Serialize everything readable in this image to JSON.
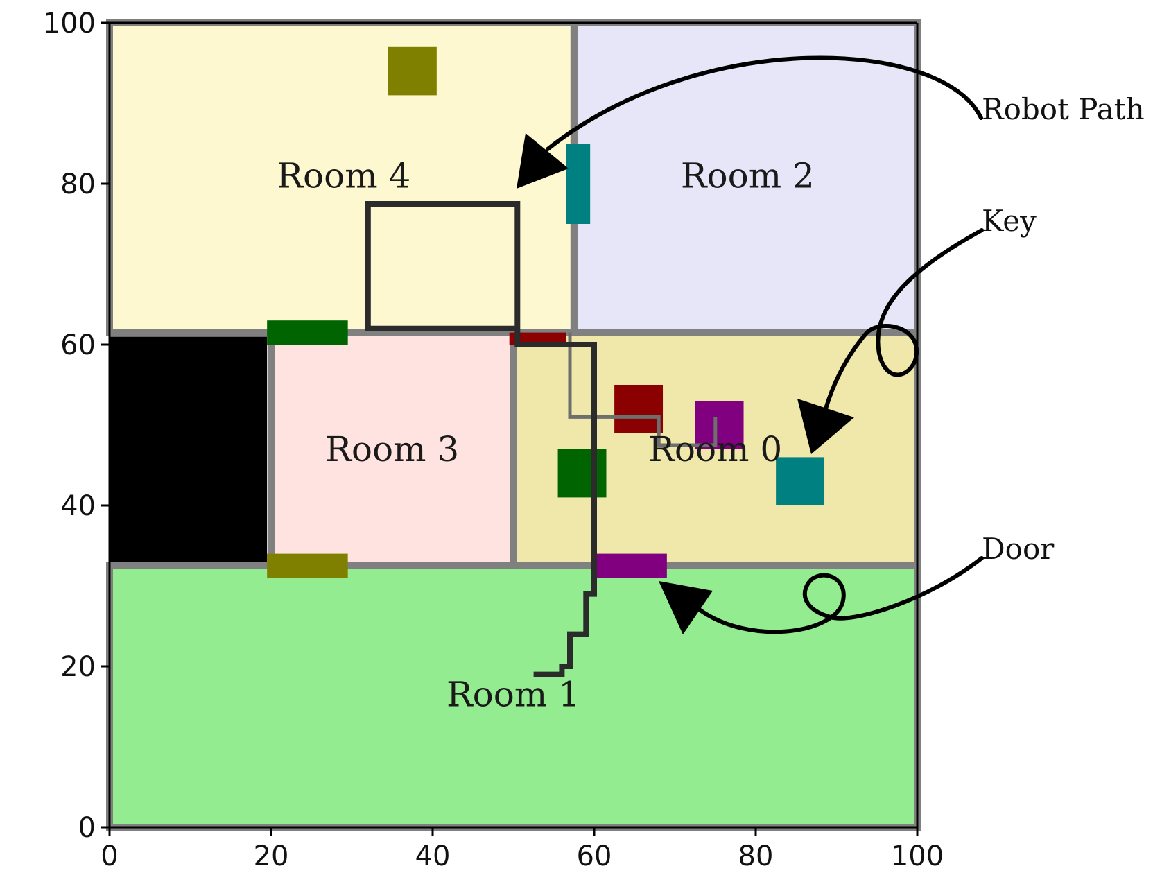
{
  "map": {
    "xlim": [
      0,
      100
    ],
    "ylim": [
      0,
      100
    ],
    "xticks": [
      0,
      20,
      40,
      60,
      80,
      100
    ],
    "yticks": [
      0,
      20,
      40,
      60,
      80,
      100
    ],
    "wall_color": "#808080",
    "rooms": [
      {
        "id": "room-4",
        "label": "Room 4",
        "color": "#fdf8cf",
        "x": [
          0,
          57.5
        ],
        "y": [
          61.5,
          100
        ],
        "label_at": [
          29,
          81
        ]
      },
      {
        "id": "room-2",
        "label": "Room 2",
        "color": "#e6e6f8",
        "x": [
          57.5,
          100
        ],
        "y": [
          61.5,
          100
        ],
        "label_at": [
          79,
          81
        ]
      },
      {
        "id": "room-3",
        "label": "Room 3",
        "color": "#ffe3e0",
        "x": [
          20,
          50
        ],
        "y": [
          32.5,
          61.5
        ],
        "label_at": [
          35,
          47
        ]
      },
      {
        "id": "room-0",
        "label": "Room 0",
        "color": "#efe8aa",
        "x": [
          50,
          100
        ],
        "y": [
          32.5,
          61.5
        ],
        "label_at": [
          75,
          47
        ]
      },
      {
        "id": "room-1",
        "label": "Room 1",
        "color": "#93ec8f",
        "x": [
          0,
          100
        ],
        "y": [
          0,
          32.5
        ],
        "label_at": [
          50,
          16.5
        ]
      }
    ],
    "blocked_area": {
      "color": "#000000",
      "x": [
        0,
        19.5
      ],
      "y": [
        33,
        61
      ]
    },
    "objects": [
      {
        "name": "olive-block-top",
        "color": "#808000",
        "x": [
          34.5,
          40.5
        ],
        "y": [
          91,
          97
        ]
      },
      {
        "name": "dark-red-block",
        "color": "#8b0000",
        "x": [
          62.5,
          68.5
        ],
        "y": [
          49,
          55
        ]
      },
      {
        "name": "purple-block",
        "color": "#800080",
        "x": [
          72.5,
          78.5
        ],
        "y": [
          47,
          53
        ]
      },
      {
        "name": "green-block",
        "color": "#006400",
        "x": [
          55.5,
          61.5
        ],
        "y": [
          41,
          47
        ]
      },
      {
        "name": "teal-key",
        "color": "#008080",
        "x": [
          82.5,
          88.5
        ],
        "y": [
          40,
          46
        ]
      },
      {
        "name": "teal-door",
        "color": "#008080",
        "x": [
          56.5,
          59.5
        ],
        "y": [
          75,
          85
        ]
      },
      {
        "name": "green-door",
        "color": "#006400",
        "x": [
          19.5,
          29.5
        ],
        "y": [
          60,
          63
        ]
      },
      {
        "name": "dark-red-door",
        "color": "#8b0000",
        "x": [
          49.5,
          56.5
        ],
        "y": [
          60,
          61.5
        ]
      },
      {
        "name": "olive-door",
        "color": "#808000",
        "x": [
          19.5,
          29.5
        ],
        "y": [
          31,
          34
        ]
      },
      {
        "name": "purple-door",
        "color": "#800080",
        "x": [
          60,
          69
        ],
        "y": [
          31,
          34
        ]
      }
    ],
    "robot_path": [
      [
        52.5,
        19
      ],
      [
        56,
        19
      ],
      [
        56,
        20
      ],
      [
        57,
        20
      ],
      [
        57,
        24
      ],
      [
        59,
        24
      ],
      [
        59,
        29
      ],
      [
        60,
        29
      ],
      [
        60,
        60
      ],
      [
        50.5,
        60
      ],
      [
        50.5,
        62
      ],
      [
        32,
        62
      ],
      [
        32,
        77.5
      ],
      [
        50.5,
        77.5
      ],
      [
        50.5,
        62
      ]
    ],
    "ghost_path": [
      [
        57,
        61.5
      ],
      [
        57,
        51
      ],
      [
        68,
        51
      ],
      [
        68,
        47.5
      ],
      [
        75,
        47.5
      ],
      [
        75,
        51
      ]
    ]
  },
  "annotations": [
    {
      "id": "robot-path",
      "label": "Robot Path"
    },
    {
      "id": "key",
      "label": "Key"
    },
    {
      "id": "door",
      "label": "Door"
    }
  ]
}
